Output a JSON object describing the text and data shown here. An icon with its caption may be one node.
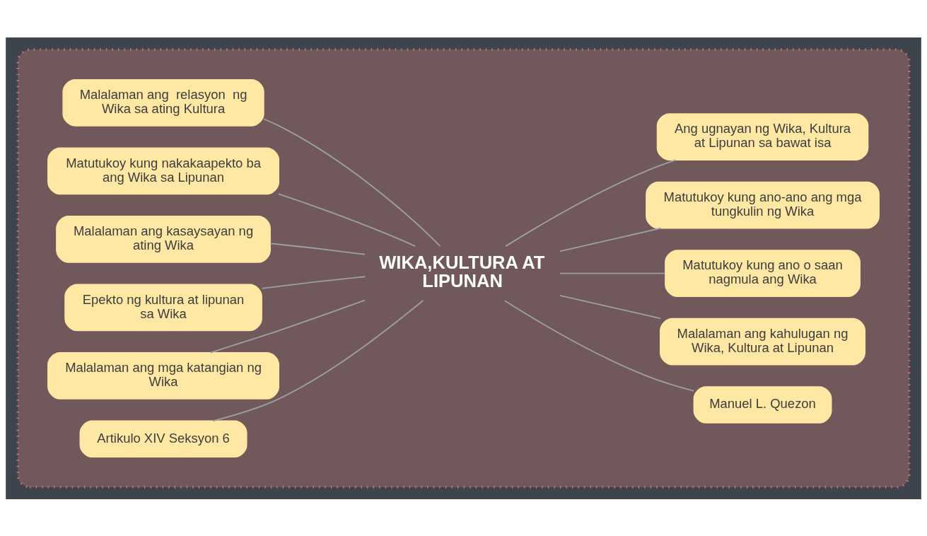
{
  "diagram": {
    "nodes": [
      {
        "text": [],
        "shape": "box"
      },
      {
        "text": [
          "WIKA,KULTURA AT LIPUNAN"
        ],
        "in": 0
      },
      {
        "text": [
          "Malalaman ang  relasyon  ng Wika sa ating Kultura"
        ],
        "in": 0
      },
      {
        "text": [
          "Matutukoy kung nakakaapekto ba ang Wika sa Lipunan"
        ],
        "in": 0
      },
      {
        "text": [
          "Malalaman ang kasaysayan ng ating Wika"
        ],
        "in": 0
      },
      {
        "text": [
          "Epekto ng kultura at lipunan sa Wika"
        ],
        "in": 0
      },
      {
        "text": [
          "Malalaman ang mga katangian ng Wika"
        ],
        "in": 0
      },
      {
        "text": [
          "Artikulo XIV Seksyon 6"
        ],
        "in": 0
      },
      {
        "text": [
          "Ang ugnayan ng Wika, Kultura at Lipunan sa bawat isa"
        ],
        "in": 0
      },
      {
        "text": [
          "Matutukoy kung ano-ano ang mga tungkulin ng Wika"
        ],
        "in": 0
      },
      {
        "text": [
          "Matutukoy kung ano o saan nagmula ang Wika"
        ],
        "in": 0
      },
      {
        "text": [
          "Malalaman ang kahulugan ng Wika, Kultura at Lipunan"
        ],
        "in": 0
      },
      {
        "text": [
          "Manuel L. Quezon"
        ],
        "in": 0
      }
    ],
    "edges": [
      {
        "from": 1,
        "to": 2,
        "arrow": "none"
      },
      {
        "from": 1,
        "to": 3,
        "arrow": "none"
      },
      {
        "from": 1,
        "to": 4,
        "arrow": "none"
      },
      {
        "from": 1,
        "to": 5,
        "arrow": "none"
      },
      {
        "from": 1,
        "to": 6,
        "arrow": "none"
      },
      {
        "from": 1,
        "to": 7,
        "arrow": "none"
      },
      {
        "from": 1,
        "to": 8,
        "arrow": "none"
      },
      {
        "from": 1,
        "to": 9,
        "arrow": "none"
      },
      {
        "from": 1,
        "to": 10,
        "arrow": "none"
      },
      {
        "from": 1,
        "to": 11,
        "arrow": "none"
      },
      {
        "from": 1,
        "to": 12,
        "arrow": "none"
      }
    ]
  }
}
